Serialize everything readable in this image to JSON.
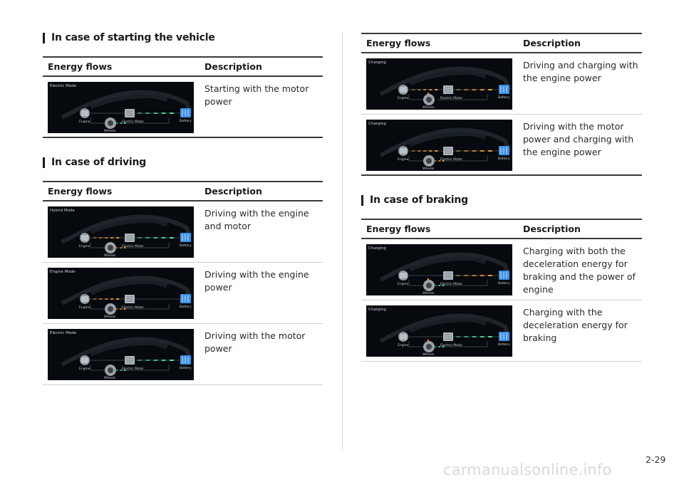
{
  "left_column": {
    "section_starting": "In case of starting the vehicle",
    "section_driving": "In case of driving",
    "table_starting": {
      "col_flow": "Energy flows",
      "col_desc": "Description",
      "rows": [
        {
          "mode": "Electric Mode",
          "desc": "Starting with the motor power"
        }
      ]
    },
    "table_driving": {
      "col_flow": "Energy flows",
      "col_desc": "Description",
      "rows": [
        {
          "mode": "Hybrid Mode",
          "desc": "Driving with the engine and motor"
        },
        {
          "mode": "Engine Mode",
          "desc": "Driving with the engine power"
        },
        {
          "mode": "Electric Mode",
          "desc": "Driving with the motor power"
        }
      ]
    }
  },
  "right_column": {
    "section_braking": "In case of braking",
    "table_driving_cont": {
      "col_flow": "Energy flows",
      "col_desc": "Description",
      "rows": [
        {
          "mode": "Charging",
          "desc": "Driving and charging with the engine power"
        },
        {
          "mode": "Charging",
          "desc": "Driving with the motor power and charging with the engine power"
        }
      ]
    },
    "table_braking": {
      "col_flow": "Energy flows",
      "col_desc": "Description",
      "rows": [
        {
          "mode": "Charging",
          "desc": "Charging with both the deceleration energy for braking and the power of engine"
        },
        {
          "mode": "Charging",
          "desc": "Charging with the deceleration energy for braking"
        }
      ]
    }
  },
  "diagram_labels": {
    "engine": "Engine",
    "motor": "Electric Motor",
    "battery": "Battery",
    "wheels": "Wheels"
  },
  "colors": {
    "flow_green": "#4fe3a0",
    "flow_orange": "#f29a2e",
    "battery_blue": "#3a8fe8",
    "screen_bg": "#06090d"
  },
  "footer": {
    "page_number": "2-29",
    "watermark": "carmanualsonline.info"
  }
}
